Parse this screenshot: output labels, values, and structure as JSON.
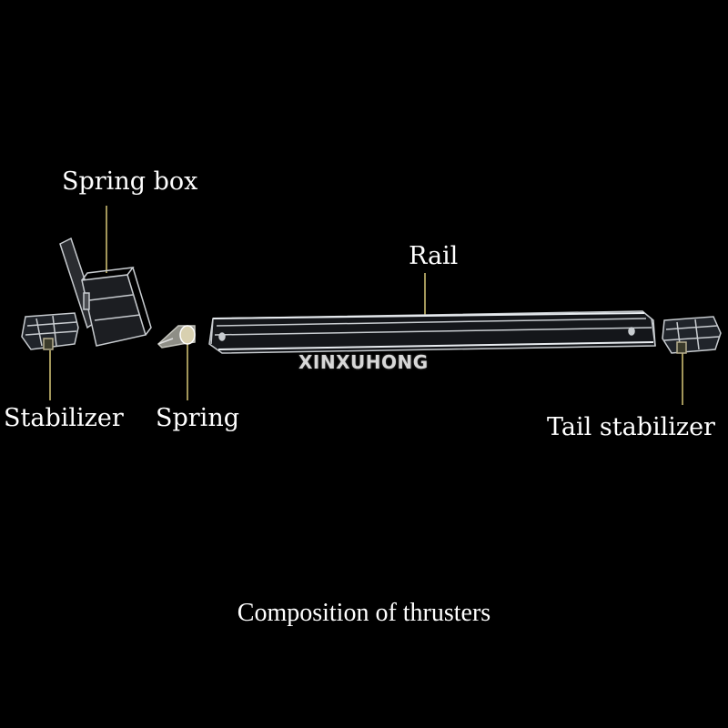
{
  "labels": {
    "spring_box": "Spring box",
    "rail": "Rail",
    "stabilizer": "Stabilizer",
    "spring": "Spring",
    "tail_stabilizer": "Tail stabilizer"
  },
  "watermark": "XINXUHONG",
  "caption": "Composition of thrusters",
  "colors": {
    "background": "#000000",
    "text": "#ffffff",
    "leader_line": "#d8c878",
    "part_edge": "#c8ccd0"
  }
}
